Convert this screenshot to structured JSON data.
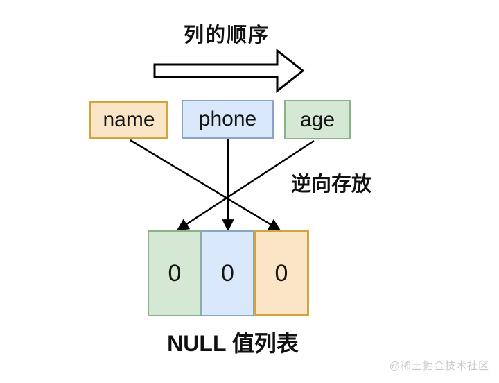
{
  "title": "列的顺序",
  "columns": [
    {
      "label": "name",
      "theme": "orange"
    },
    {
      "label": "phone",
      "theme": "blue"
    },
    {
      "label": "age",
      "theme": "green"
    }
  ],
  "reverse_note": "逆向存放",
  "null_list": {
    "cells": [
      {
        "value": "0",
        "theme": "green"
      },
      {
        "value": "0",
        "theme": "blue"
      },
      {
        "value": "0",
        "theme": "orange"
      }
    ],
    "caption": "NULL 值列表"
  },
  "watermark": "@稀土掘金技术社区",
  "colors": {
    "orange_fill": "#fbe5c7",
    "orange_stroke": "#d3a43e",
    "blue_fill": "#dae8fc",
    "blue_stroke": "#8ba3c7",
    "green_fill": "#d5e8d4",
    "green_stroke": "#8cb387",
    "arrow": "#000000",
    "watermark_gray": "#c9c9c9",
    "background": "#ffffff"
  }
}
